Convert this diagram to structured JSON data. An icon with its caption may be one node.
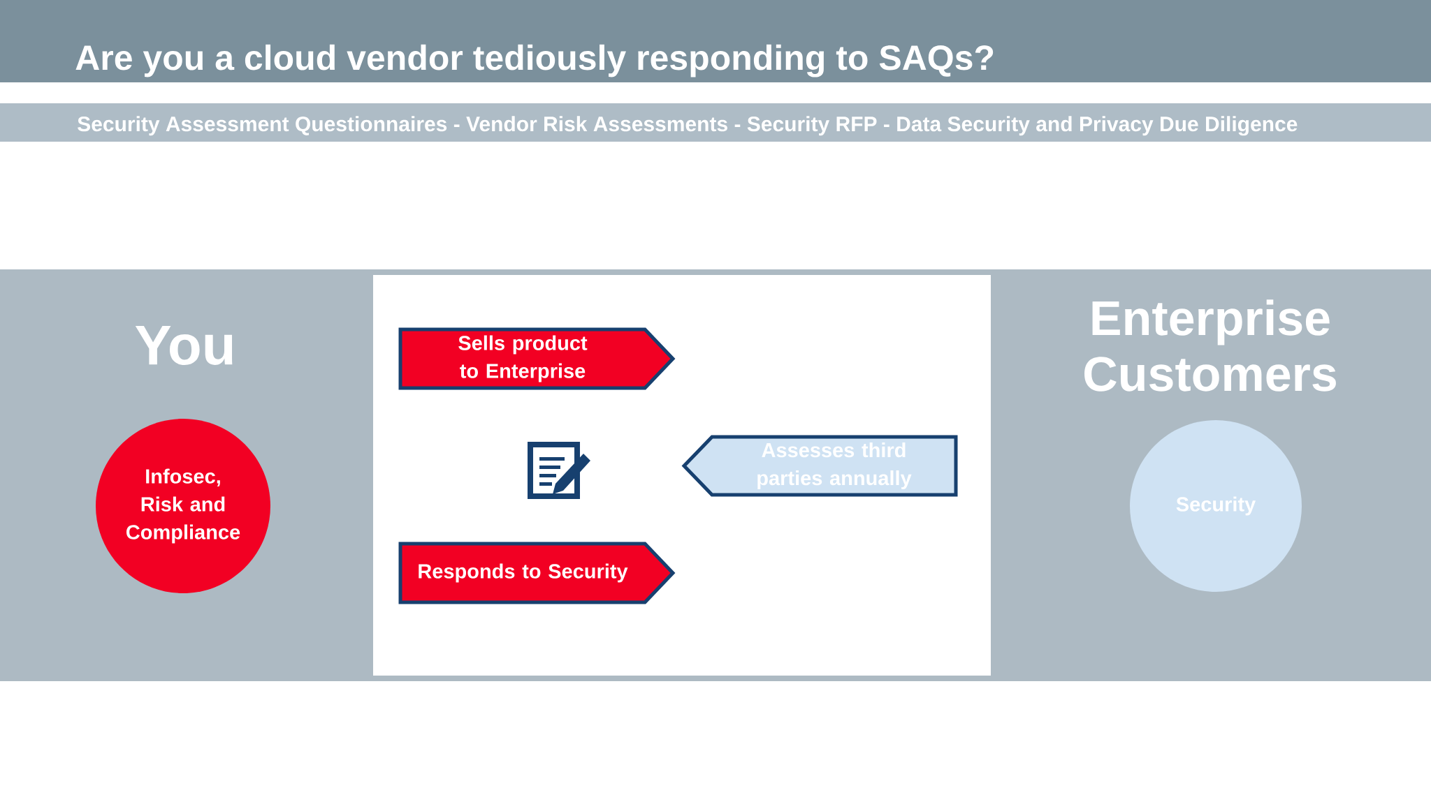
{
  "diagram": {
    "title": "Are you a cloud vendor tediously responding to SAQs?",
    "nodes": [
      {
        "text": [
          "Infosec, Risk and Compliance"
        ]
      },
      {
        "text": [
          "Sells product to Enterprise"
        ]
      },
      {
        "text": [
          "Responds to Security"
        ]
      },
      {
        "text": [
          "Assesses third parties annually"
        ]
      },
      {
        "text": [
          "Security"
        ]
      }
    ],
    "labels": [
      "Security Assessment Questionnaires - Vendor Risk Assessments - Security RFP - Data Security and Privacy Due Diligence",
      "You",
      "Enterprise Customers"
    ]
  }
}
